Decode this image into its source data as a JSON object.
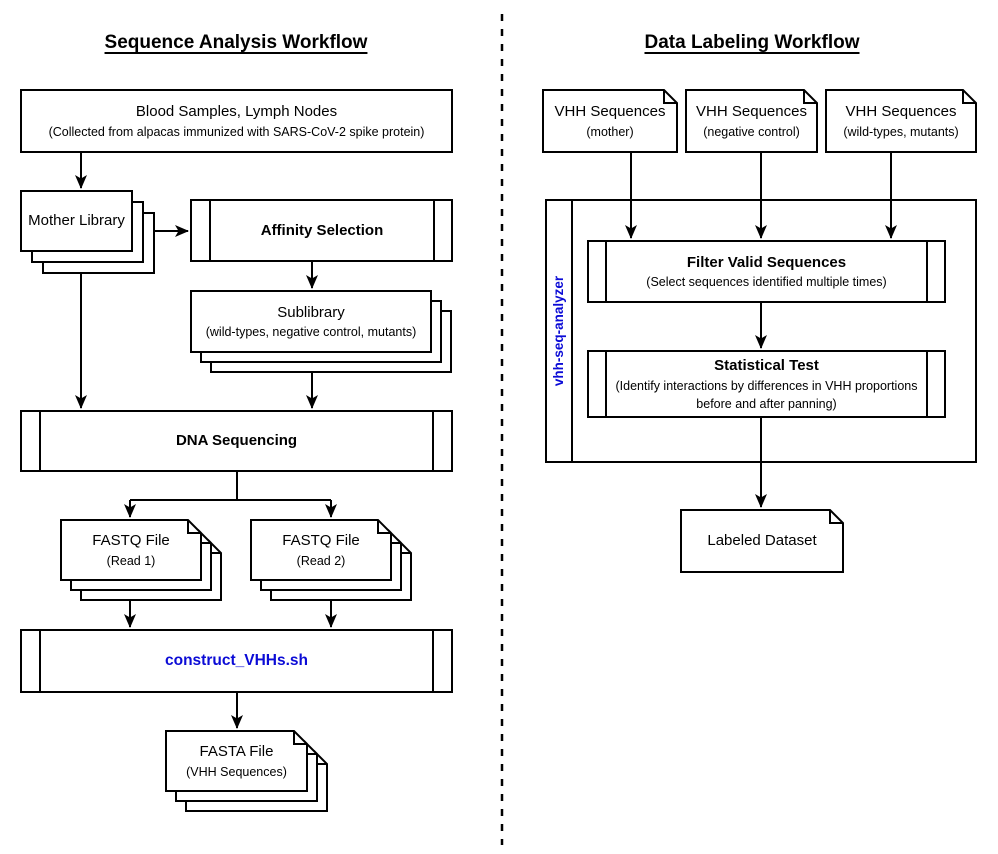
{
  "colors": {
    "line": "#000000",
    "background": "#FFFFFF",
    "accent_blue": "#0B0BD6"
  },
  "left": {
    "title": "Sequence Analysis Workflow",
    "blood": {
      "title": "Blood Samples, Lymph Nodes",
      "subtitle": "(Collected from alpacas immunized with SARS-CoV-2 spike protein)"
    },
    "mother_library": {
      "title": "Mother Library"
    },
    "affinity": {
      "title": "Affinity Selection"
    },
    "sublibrary": {
      "title": "Sublibrary",
      "subtitle": "(wild-types, negative control, mutants)"
    },
    "dna": {
      "title": "DNA Sequencing"
    },
    "fastq1": {
      "title": "FASTQ File",
      "subtitle": "(Read 1)"
    },
    "fastq2": {
      "title": "FASTQ File",
      "subtitle": "(Read 2)"
    },
    "construct": {
      "title": "construct_VHHs.sh"
    },
    "fasta": {
      "title": "FASTA File",
      "subtitle": "(VHH Sequences)"
    }
  },
  "right": {
    "title": "Data Labeling Workflow",
    "vhh1": {
      "title": "VHH Sequences",
      "subtitle": "(mother)"
    },
    "vhh2": {
      "title": "VHH Sequences",
      "subtitle": "(negative control)"
    },
    "vhh3": {
      "title": "VHH Sequences",
      "subtitle": "(wild-types, mutants)"
    },
    "analyzer": {
      "label": "vhh-seq-analyzer"
    },
    "filter": {
      "title": "Filter Valid Sequences",
      "subtitle": "(Select sequences identified multiple times)"
    },
    "stat": {
      "title": "Statistical Test",
      "subtitle": "(Identify interactions by differences in VHH proportions before and after panning)"
    },
    "labeled": {
      "title": "Labeled Dataset"
    }
  }
}
